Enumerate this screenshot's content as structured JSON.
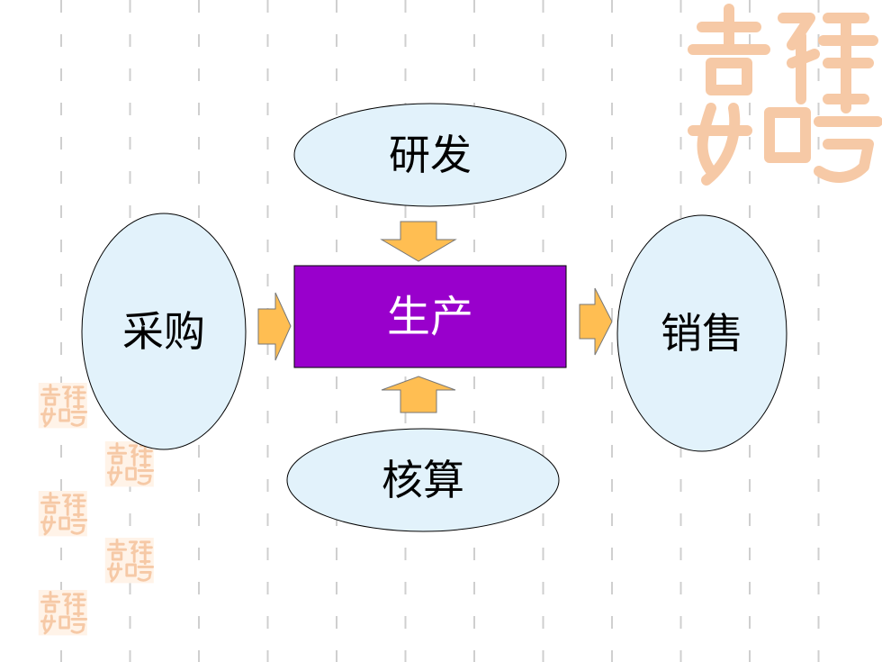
{
  "diagram": {
    "center": {
      "label": "生产",
      "fill": "#9900cc",
      "text_color": "#ffffff"
    },
    "top": {
      "label": "研发"
    },
    "left": {
      "label": "采购"
    },
    "right": {
      "label": "销售"
    },
    "bottom": {
      "label": "核算"
    },
    "colors": {
      "ellipse_fill": "#e2f2fb",
      "ellipse_stroke": "#000000",
      "arrow_fill": "#ffbe52",
      "arrow_stroke": "#777777",
      "grid_line": "#cfcfcf",
      "watermark": "#f6c9a6"
    }
  },
  "decorations": {
    "watermark_seal": "auspicious-seal-icon"
  }
}
